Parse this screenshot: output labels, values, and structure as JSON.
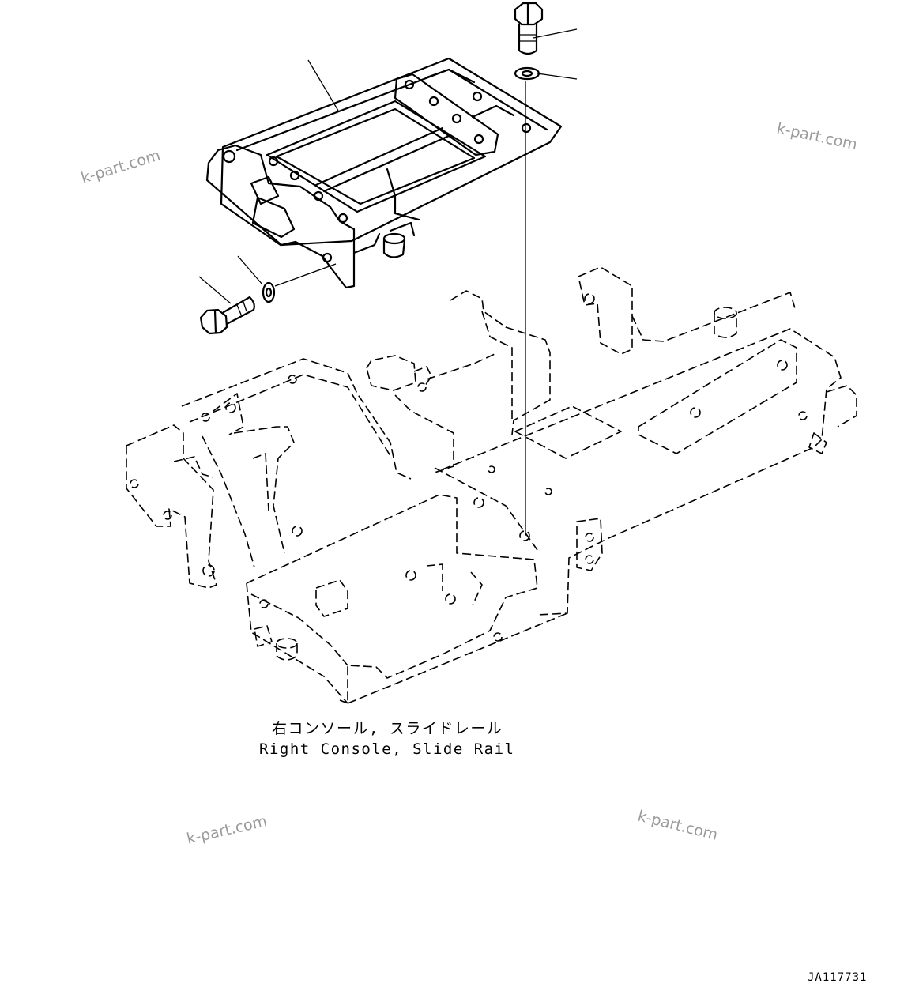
{
  "caption": {
    "japanese": "右コンソール, スライドレール",
    "english": "Right Console, Slide Rail"
  },
  "drawing_code": "JA117731",
  "watermarks": [
    "k-part.com",
    "k-part.com",
    "k-part.com",
    "k-part.com"
  ]
}
